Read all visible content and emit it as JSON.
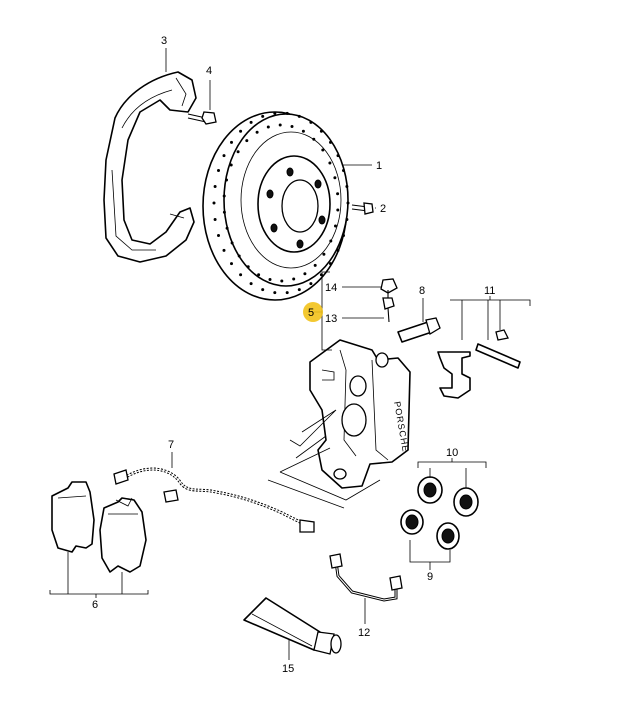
{
  "callouts": {
    "c1": "1",
    "c2": "2",
    "c3": "3",
    "c4": "4",
    "c5": "5",
    "c6": "6",
    "c7": "7",
    "c8": "8",
    "c9": "9",
    "c10": "10",
    "c11": "11",
    "c12": "12",
    "c13": "13",
    "c14": "14",
    "c15": "15"
  },
  "caliper_brand": "PORSCHE",
  "highlight_color": "#f2c21b"
}
